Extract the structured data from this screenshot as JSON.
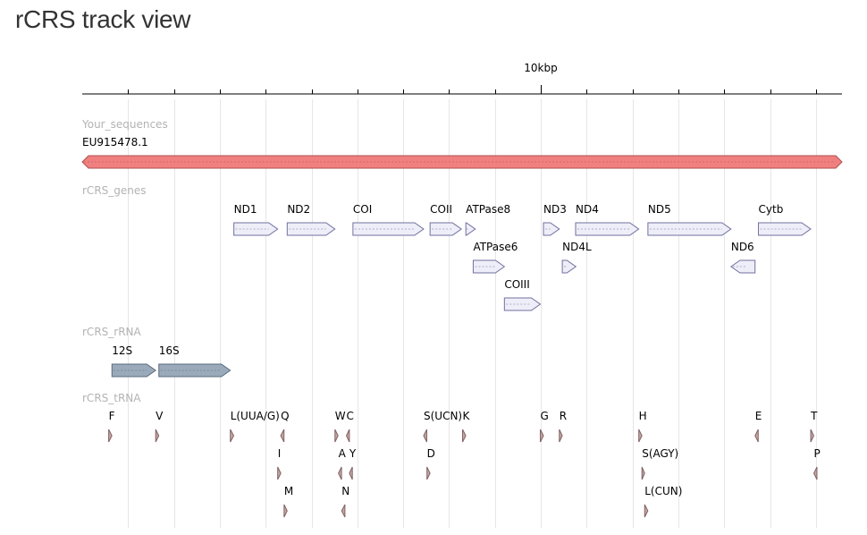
{
  "page": {
    "title": "rCRS track view"
  },
  "scale": {
    "label": "10kbp",
    "genome_length": 16569
  },
  "colors": {
    "sequence": "#f08080",
    "gene": "#eeeef8",
    "rrna": "#9aaabb",
    "trna": "#c4a8a8",
    "track_label": "#b3b3b3",
    "grid": "#e6e6e6",
    "feature_label": "#000000"
  },
  "tracks": {
    "sequences": {
      "label": "Your_sequences",
      "features": [
        {
          "name": "EU915478.1",
          "start": 1,
          "end": 16569,
          "strand": "both"
        }
      ]
    },
    "genes": {
      "label": "rCRS_genes",
      "features": [
        {
          "name": "ND1",
          "start": 3307,
          "end": 4262,
          "strand": "+"
        },
        {
          "name": "ND2",
          "start": 4470,
          "end": 5511,
          "strand": "+"
        },
        {
          "name": "COI",
          "start": 5904,
          "end": 7445,
          "strand": "+"
        },
        {
          "name": "COII",
          "start": 7586,
          "end": 8269,
          "strand": "+"
        },
        {
          "name": "ATPase8",
          "start": 8366,
          "end": 8572,
          "strand": "+"
        },
        {
          "name": "ATPase6",
          "start": 8527,
          "end": 9207,
          "strand": "+"
        },
        {
          "name": "COIII",
          "start": 9207,
          "end": 9990,
          "strand": "+"
        },
        {
          "name": "ND3",
          "start": 10059,
          "end": 10404,
          "strand": "+"
        },
        {
          "name": "ND4L",
          "start": 10470,
          "end": 10766,
          "strand": "+"
        },
        {
          "name": "ND4",
          "start": 10760,
          "end": 12137,
          "strand": "+"
        },
        {
          "name": "ND5",
          "start": 12337,
          "end": 14148,
          "strand": "+"
        },
        {
          "name": "ND6",
          "start": 14149,
          "end": 14673,
          "strand": "-"
        },
        {
          "name": "Cytb",
          "start": 14747,
          "end": 15887,
          "strand": "+"
        }
      ]
    },
    "rrna": {
      "label": "rCRS_rRNA",
      "features": [
        {
          "name": "12S",
          "start": 648,
          "end": 1601,
          "strand": "+"
        },
        {
          "name": "16S",
          "start": 1671,
          "end": 3229,
          "strand": "+"
        }
      ]
    },
    "trna": {
      "label": "rCRS_tRNA",
      "features": [
        {
          "name": "F",
          "start": 577,
          "end": 647,
          "strand": "+"
        },
        {
          "name": "V",
          "start": 1602,
          "end": 1670,
          "strand": "+"
        },
        {
          "name": "L(UUA/G)",
          "start": 3230,
          "end": 3304,
          "strand": "+"
        },
        {
          "name": "I",
          "start": 4263,
          "end": 4331,
          "strand": "+"
        },
        {
          "name": "Q",
          "start": 4329,
          "end": 4400,
          "strand": "-"
        },
        {
          "name": "M",
          "start": 4402,
          "end": 4469,
          "strand": "+"
        },
        {
          "name": "W",
          "start": 5512,
          "end": 5579,
          "strand": "+"
        },
        {
          "name": "A",
          "start": 5587,
          "end": 5655,
          "strand": "-"
        },
        {
          "name": "N",
          "start": 5657,
          "end": 5729,
          "strand": "-"
        },
        {
          "name": "C",
          "start": 5761,
          "end": 5826,
          "strand": "-"
        },
        {
          "name": "Y",
          "start": 5826,
          "end": 5891,
          "strand": "-"
        },
        {
          "name": "S(UCN)",
          "start": 7446,
          "end": 7514,
          "strand": "-"
        },
        {
          "name": "D",
          "start": 7518,
          "end": 7585,
          "strand": "+"
        },
        {
          "name": "K",
          "start": 8295,
          "end": 8364,
          "strand": "+"
        },
        {
          "name": "G",
          "start": 9991,
          "end": 10058,
          "strand": "+"
        },
        {
          "name": "R",
          "start": 10405,
          "end": 10469,
          "strand": "+"
        },
        {
          "name": "H",
          "start": 12138,
          "end": 12206,
          "strand": "+"
        },
        {
          "name": "S(AGY)",
          "start": 12207,
          "end": 12265,
          "strand": "+"
        },
        {
          "name": "L(CUN)",
          "start": 12266,
          "end": 12336,
          "strand": "+"
        },
        {
          "name": "E",
          "start": 14674,
          "end": 14742,
          "strand": "-"
        },
        {
          "name": "T",
          "start": 15888,
          "end": 15953,
          "strand": "+"
        },
        {
          "name": "P",
          "start": 15956,
          "end": 16023,
          "strand": "-"
        }
      ]
    }
  }
}
